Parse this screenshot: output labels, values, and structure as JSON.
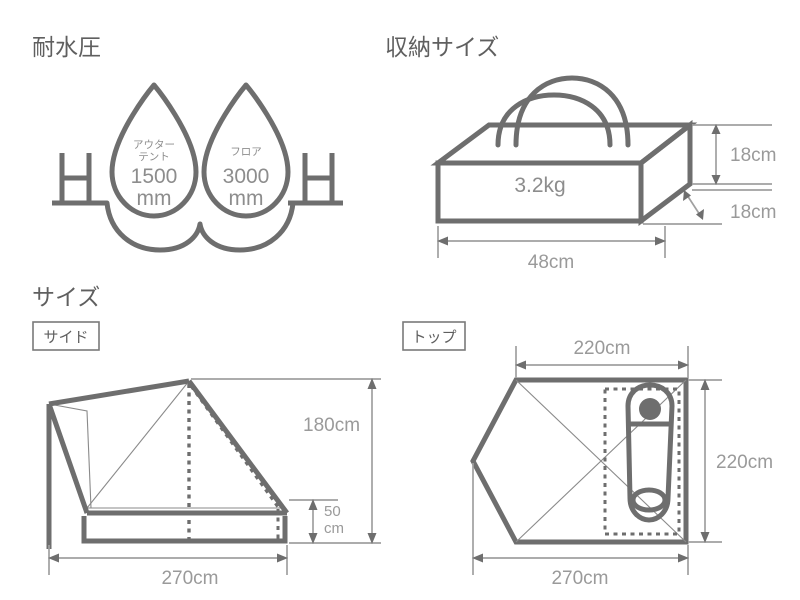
{
  "sections": {
    "water_resistance": {
      "heading": "耐水圧",
      "icon": "water-pressure-droplets",
      "droplets": [
        {
          "label": "アウターテント",
          "value": "1500",
          "unit": "mm"
        },
        {
          "label": "フロア",
          "value": "3000",
          "unit": "mm"
        }
      ],
      "side_glyph": "H"
    },
    "storage_size": {
      "heading": "収納サイズ",
      "weight": "3.2kg",
      "dimensions": {
        "height": "18cm",
        "depth": "18cm",
        "width": "48cm"
      }
    },
    "size": {
      "heading": "サイズ",
      "views": [
        {
          "label": "サイド",
          "dimensions": {
            "height": "180cm",
            "wall_height_value": "50",
            "wall_height_unit": "cm",
            "width": "270cm"
          }
        },
        {
          "label": "トップ",
          "dimensions": {
            "top_width": "220cm",
            "depth": "220cm",
            "width": "270cm"
          }
        }
      ]
    }
  },
  "colors": {
    "stroke": "#6e6e6e",
    "dimension": "#9a9a9a",
    "text": "#5f5f5f",
    "background": "#ffffff"
  }
}
